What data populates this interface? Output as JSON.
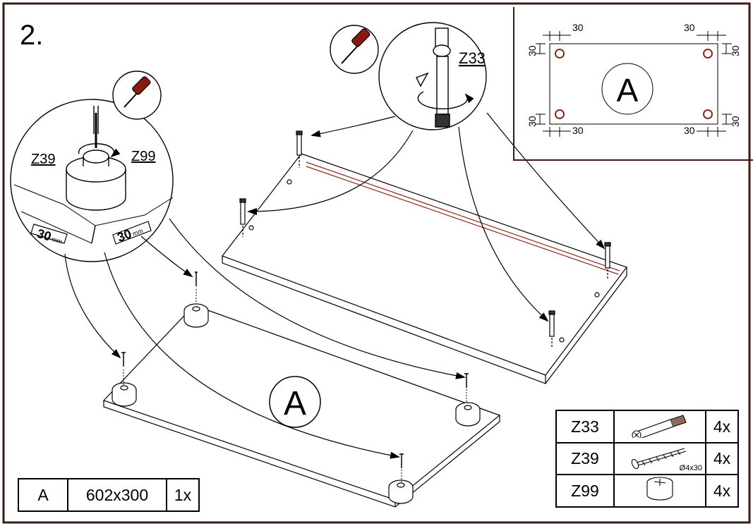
{
  "step": {
    "number": "2."
  },
  "inset": {
    "panel_letter": "A",
    "dims": [
      "30",
      "30",
      "30",
      "30",
      "30",
      "30",
      "30",
      "30"
    ]
  },
  "board_label": "A",
  "callouts": {
    "left": [
      "Z39",
      "Z99"
    ],
    "left_mm": [
      "30",
      "mm",
      "30",
      "mm"
    ],
    "top": [
      "Z33"
    ]
  },
  "panel_table": {
    "letter": "A",
    "size": "602x300",
    "qty": "1x"
  },
  "hardware": [
    {
      "code": "Z33",
      "icon": "cam-bolt-icon",
      "qty": "4x",
      "note": ""
    },
    {
      "code": "Z39",
      "icon": "screw-icon",
      "qty": "4x",
      "note": "Ø4x30"
    },
    {
      "code": "Z99",
      "icon": "furniture-foot-icon",
      "qty": "4x",
      "note": ""
    }
  ],
  "colors": {
    "frame": "#3a1a14",
    "line": "#000000"
  }
}
